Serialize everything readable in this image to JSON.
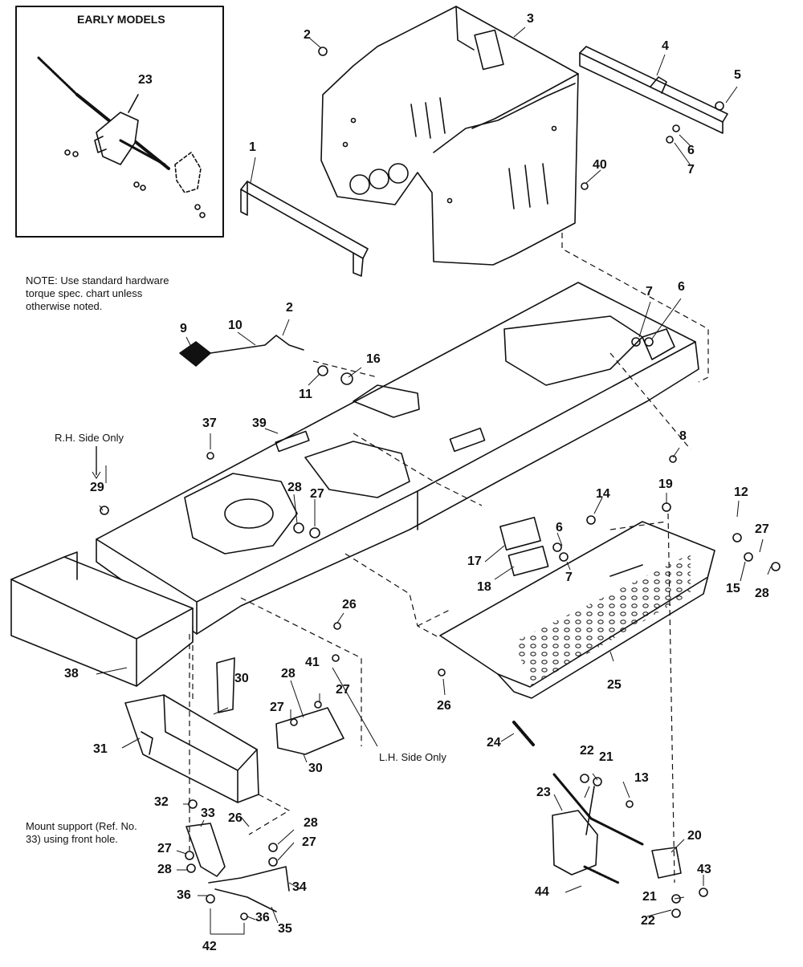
{
  "inset_title": "EARLY MODELS",
  "notes": {
    "hardware": "NOTE: Use standard hardware\ntorque spec. chart unless\notherwise noted.",
    "rh_side": "R.H. Side Only",
    "lh_side": "L.H. Side Only",
    "mount": "Mount support (Ref. No.\n33) using front hole."
  },
  "callouts": {
    "c1": "1",
    "c2a": "2",
    "c2b": "2",
    "c3": "3",
    "c4": "4",
    "c5": "5",
    "c6a": "6",
    "c6b": "6",
    "c6c": "6",
    "c7a": "7",
    "c7b": "7",
    "c7c": "7",
    "c8": "8",
    "c9": "9",
    "c10": "10",
    "c11": "11",
    "c12": "12",
    "c13": "13",
    "c14": "14",
    "c15": "15",
    "c16": "16",
    "c17": "17",
    "c18": "18",
    "c19": "19",
    "c20": "20",
    "c21a": "21",
    "c21b": "21",
    "c22a": "22",
    "c22b": "22",
    "c23a": "23",
    "c23b": "23",
    "c24": "24",
    "c25": "25",
    "c26a": "26",
    "c26b": "26",
    "c26c": "26",
    "c27a": "27",
    "c27b": "27",
    "c27c": "27",
    "c27d": "27",
    "c27e": "27",
    "c27f": "27",
    "c28a": "28",
    "c28b": "28",
    "c28c": "28",
    "c28d": "28",
    "c28e": "28",
    "c29": "29",
    "c30a": "30",
    "c30b": "30",
    "c31": "31",
    "c32": "32",
    "c33": "33",
    "c34": "34",
    "c35": "35",
    "c36a": "36",
    "c36b": "36",
    "c37": "37",
    "c38": "38",
    "c39": "39",
    "c40": "40",
    "c41": "41",
    "c42": "42",
    "c43": "43",
    "c44": "44"
  }
}
